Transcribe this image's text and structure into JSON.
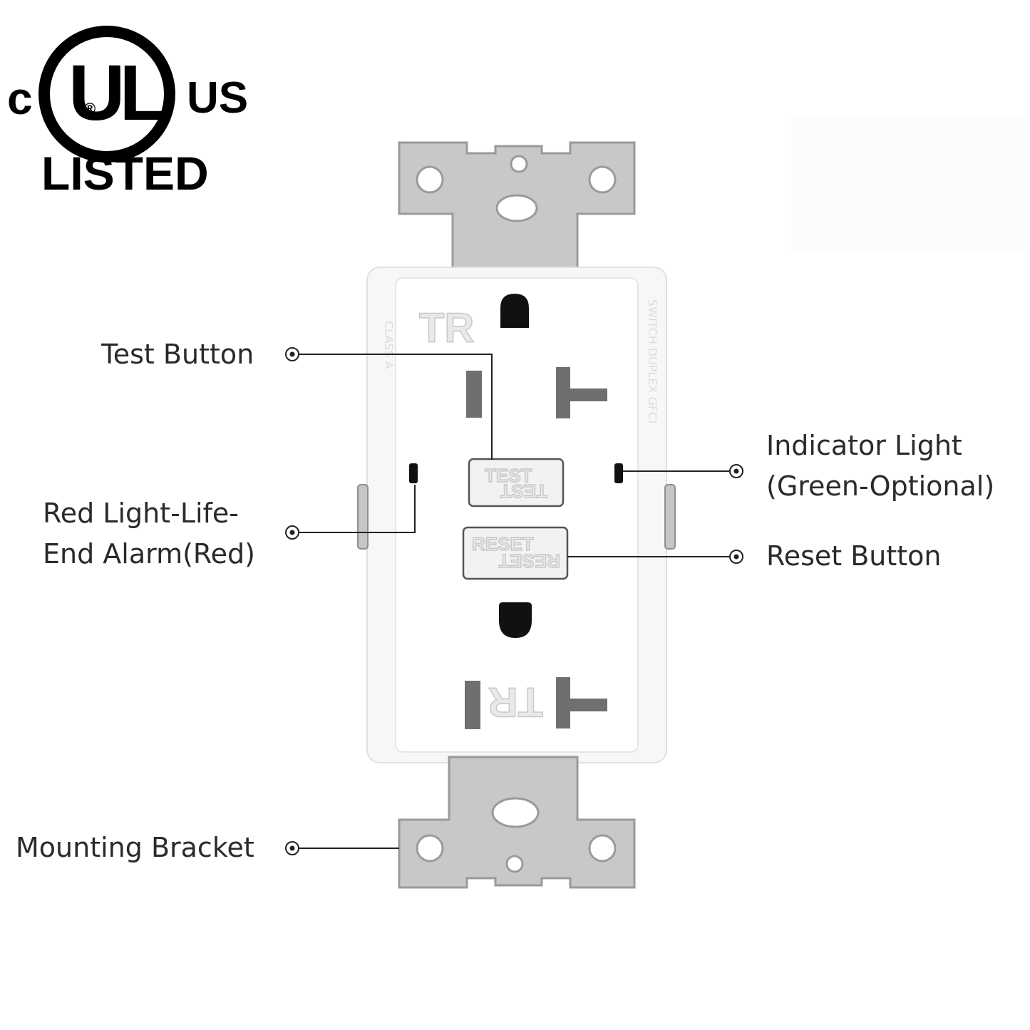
{
  "logo": {
    "left_mark": "c",
    "right_mark": "US",
    "monogram": "UL",
    "registered": "®",
    "listed": "LISTED"
  },
  "outlet": {
    "tr_top": "TR",
    "tr_bottom": "TR",
    "test_button_text": "TEST",
    "reset_button_text": "RESET"
  },
  "callouts": {
    "test_button": "Test Button",
    "red_light_line1": "Red Light-Life-",
    "red_light_line2": "End Alarm(Red)",
    "indicator_light_line1": "Indicator Light",
    "indicator_light_line2": "(Green-Optional)",
    "reset_button": "Reset Button",
    "mounting_bracket": "Mounting Bracket"
  },
  "colors": {
    "bracket_fill": "#c8c8c8",
    "bracket_stroke": "#9a9a9a",
    "outlet_body": "#ffffff",
    "outlet_edge": "#e2e2e2",
    "slot_color": "#6f6f6f",
    "ground_hole": "#111111",
    "leader_line": "#222222"
  }
}
